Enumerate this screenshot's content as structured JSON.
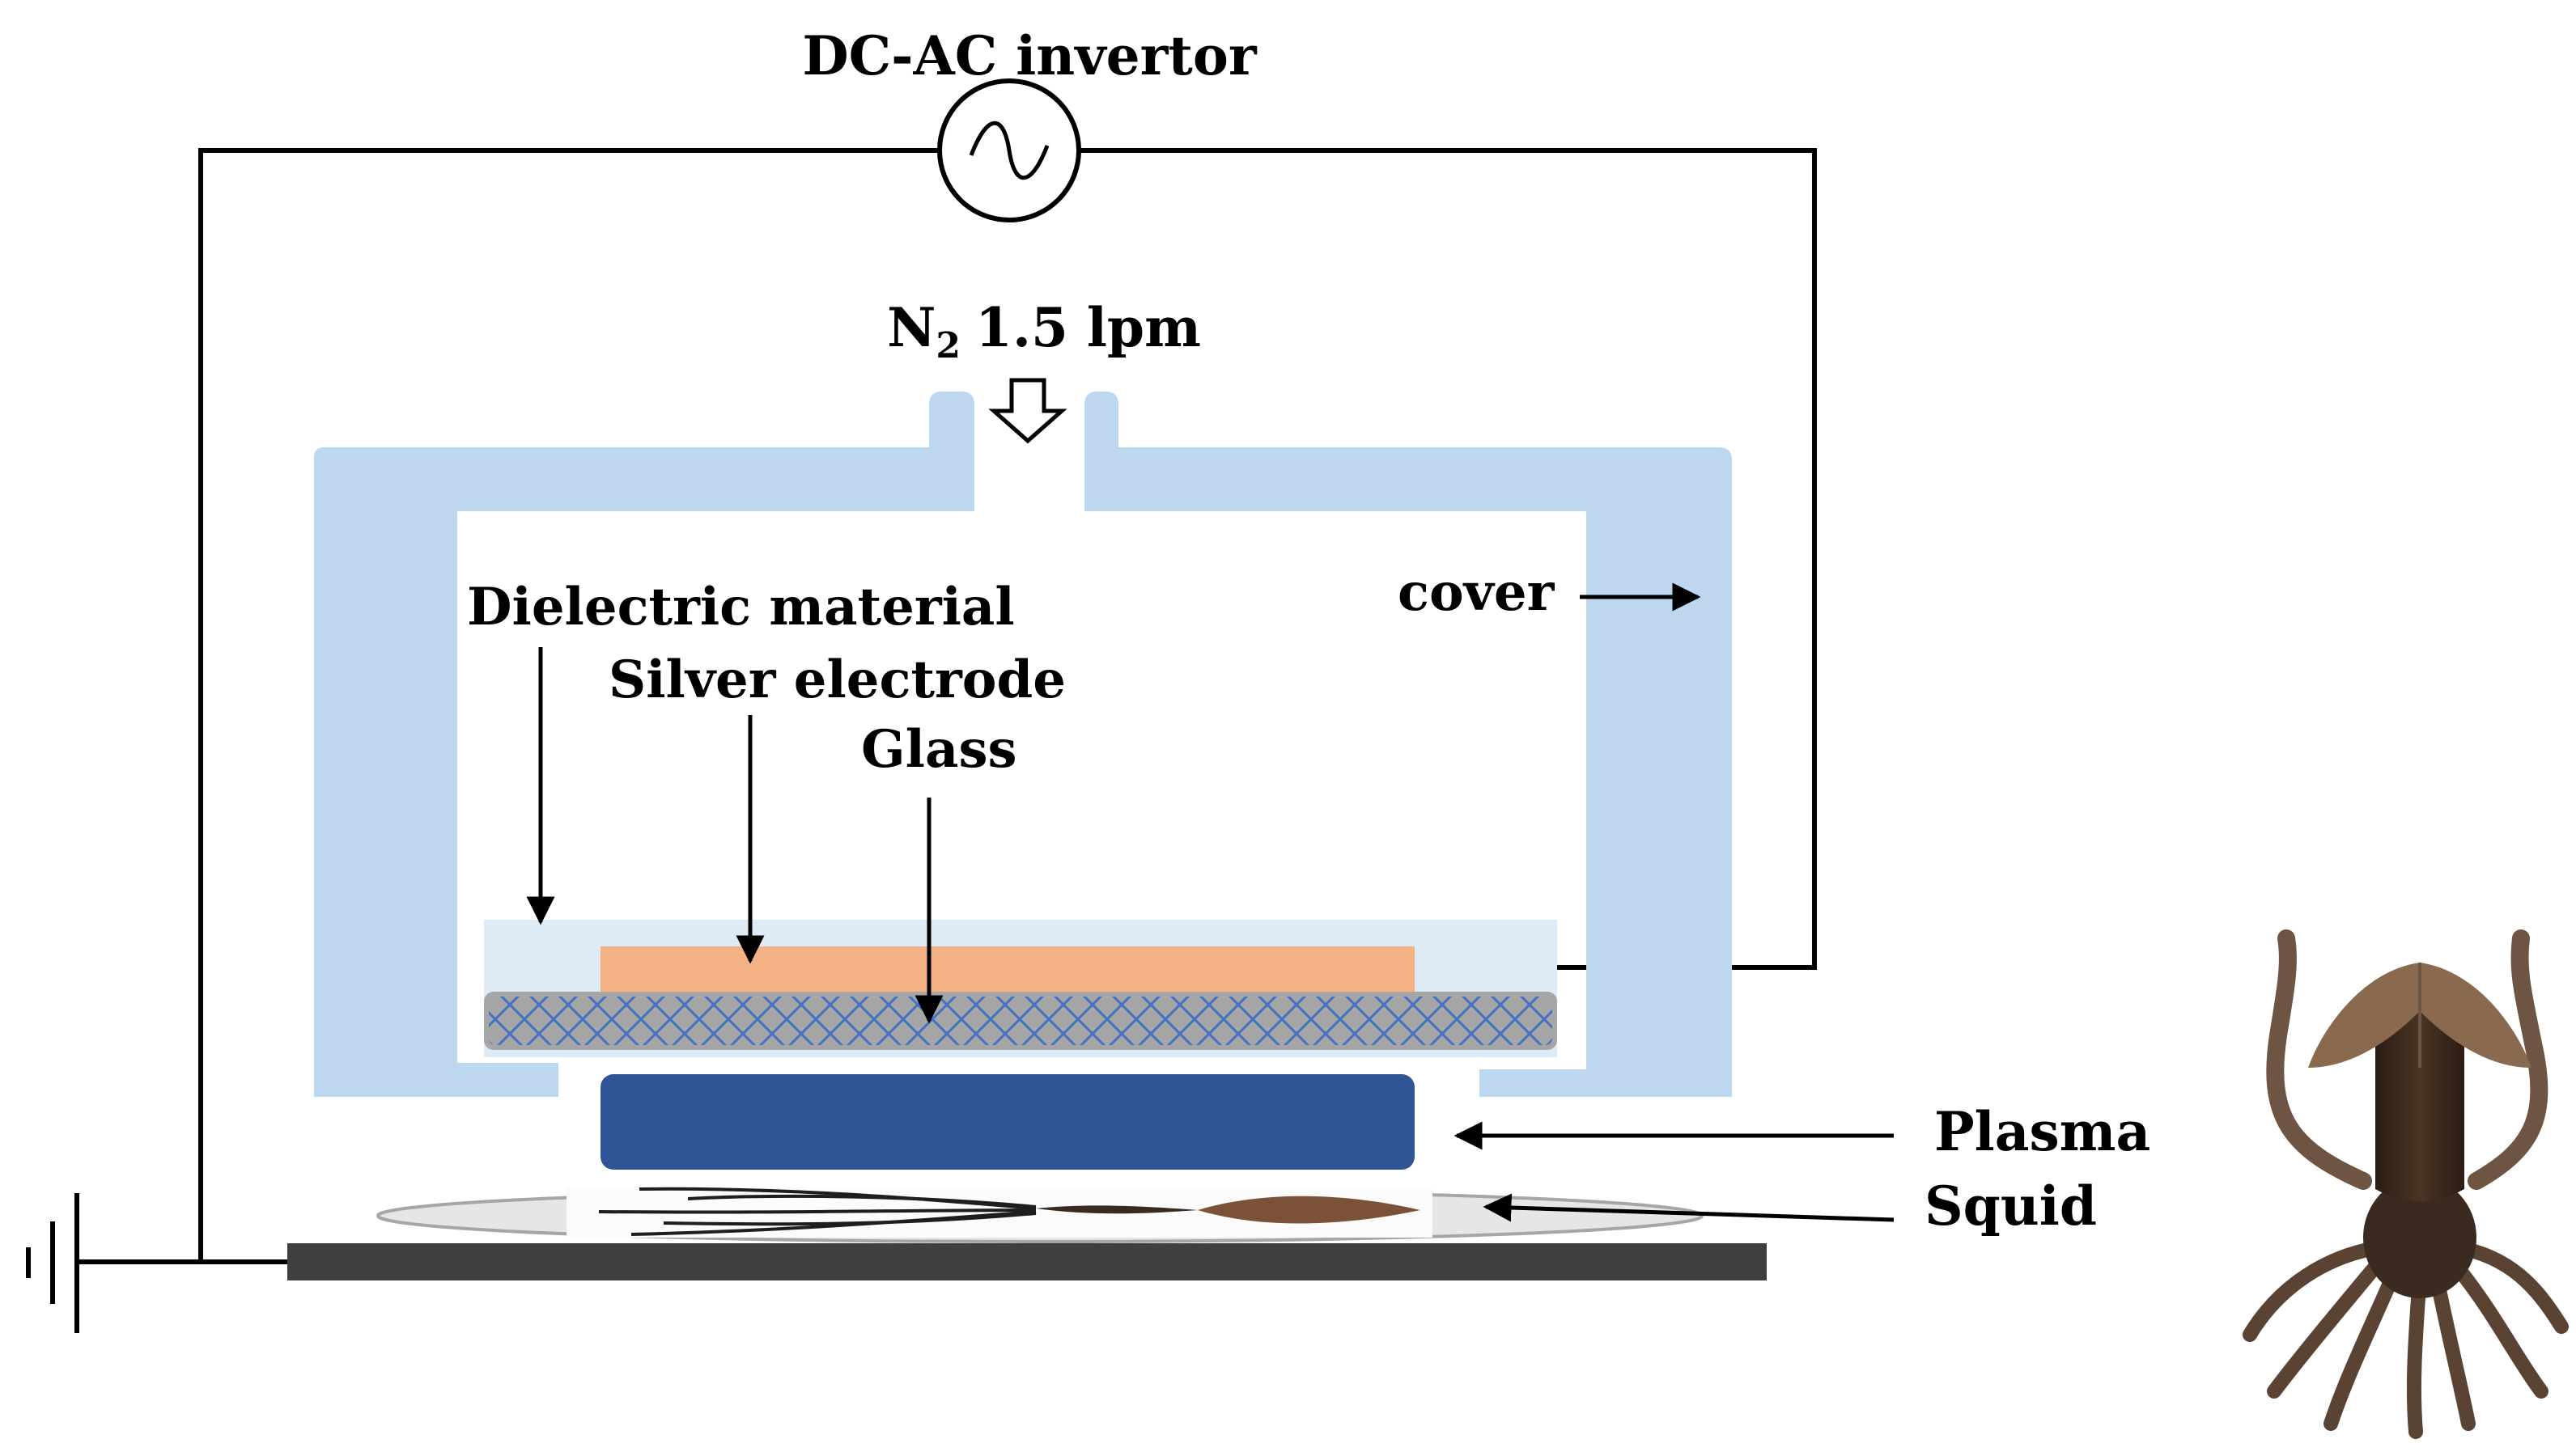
{
  "labels": {
    "inverter": "DC-AC invertor",
    "gas_prefix": "N",
    "gas_subscript": "2",
    "gas_flow": "1.5 lpm",
    "cover": "cover",
    "dielectric": "Dielectric material",
    "silver": "Silver electrode",
    "glass": "Glass",
    "plasma": "Plasma",
    "squid": "Squid"
  },
  "colors": {
    "cover": "#bdd7ee",
    "dielectric": "#deebf7",
    "silver_electrode": "#f4b183",
    "glass": "#a6a6a6",
    "glass_hatch": "#4472c4",
    "plasma": "#2f5597",
    "base_plate": "#404040",
    "wire": "#000000"
  },
  "icons": {
    "ac_source": "sine-wave-source-icon",
    "gas_inlet": "down-arrow-icon",
    "ground": "ground-icon",
    "squid_sample": "squid-icon",
    "squid_photo": "squid-photo-icon"
  }
}
